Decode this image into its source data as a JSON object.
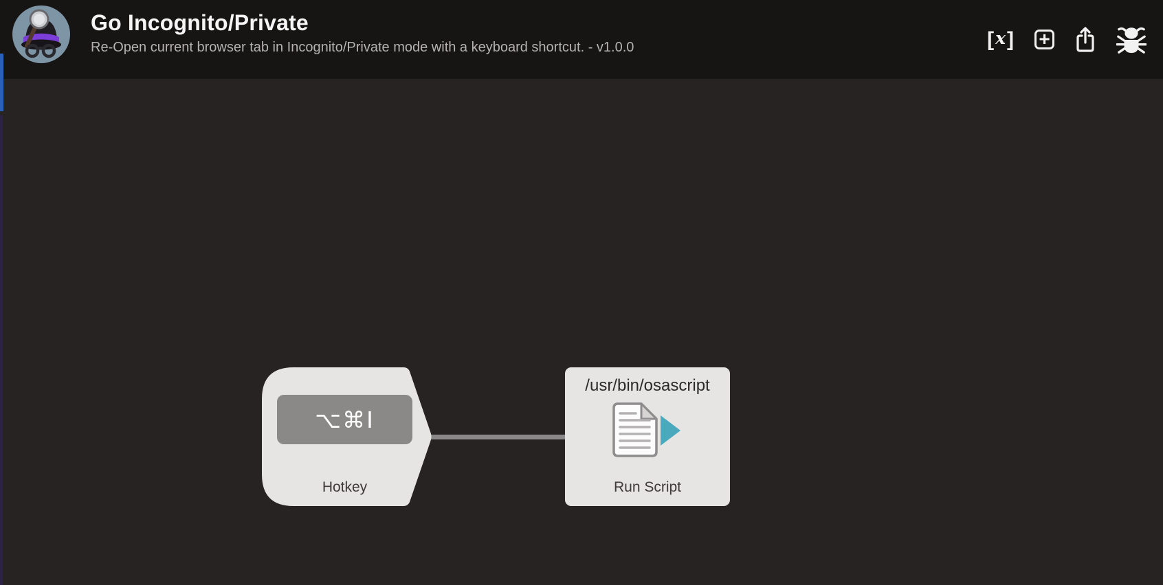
{
  "header": {
    "title": "Go Incognito/Private",
    "subtitle": "Re-Open current browser tab in Incognito/Private mode with a keyboard shortcut. - v1.0.0"
  },
  "toolbar": {
    "icons": {
      "variables": {
        "name": "variables-icon",
        "open": "[",
        "x": "x",
        "close": "]"
      },
      "add": {
        "name": "add-object-icon",
        "plus": "+"
      },
      "share": {
        "name": "share-icon",
        "shape": "box-with-up-arrow"
      },
      "debug": {
        "name": "debug-icon",
        "shape": "bug-silhouette"
      }
    }
  },
  "workflow": {
    "hotkey": {
      "shortcut": "⌥⌘I",
      "label": "Hotkey"
    },
    "run_script": {
      "script": "/usr/bin/osascript",
      "label": "Run Script"
    }
  },
  "colors": {
    "header_bg": "#171414",
    "canvas_bg": "#282323",
    "node_bg": "#e6e5e3",
    "badge_bg": "#8b8888",
    "badge_text": "#ffffff",
    "node_label_text": "#3f3b3b",
    "connector": "#8a8888",
    "sidebar_selection_blue": "#2b60ba",
    "sidebar_edge_purple": "#2c2244",
    "script_icon_teal": "#4aa9bc",
    "logo_circle": "#7e95a6",
    "logo_band_purple": "#7c3ed9",
    "title_text": "#f6f5f5",
    "subtitle_text": "#b5b2b2"
  }
}
